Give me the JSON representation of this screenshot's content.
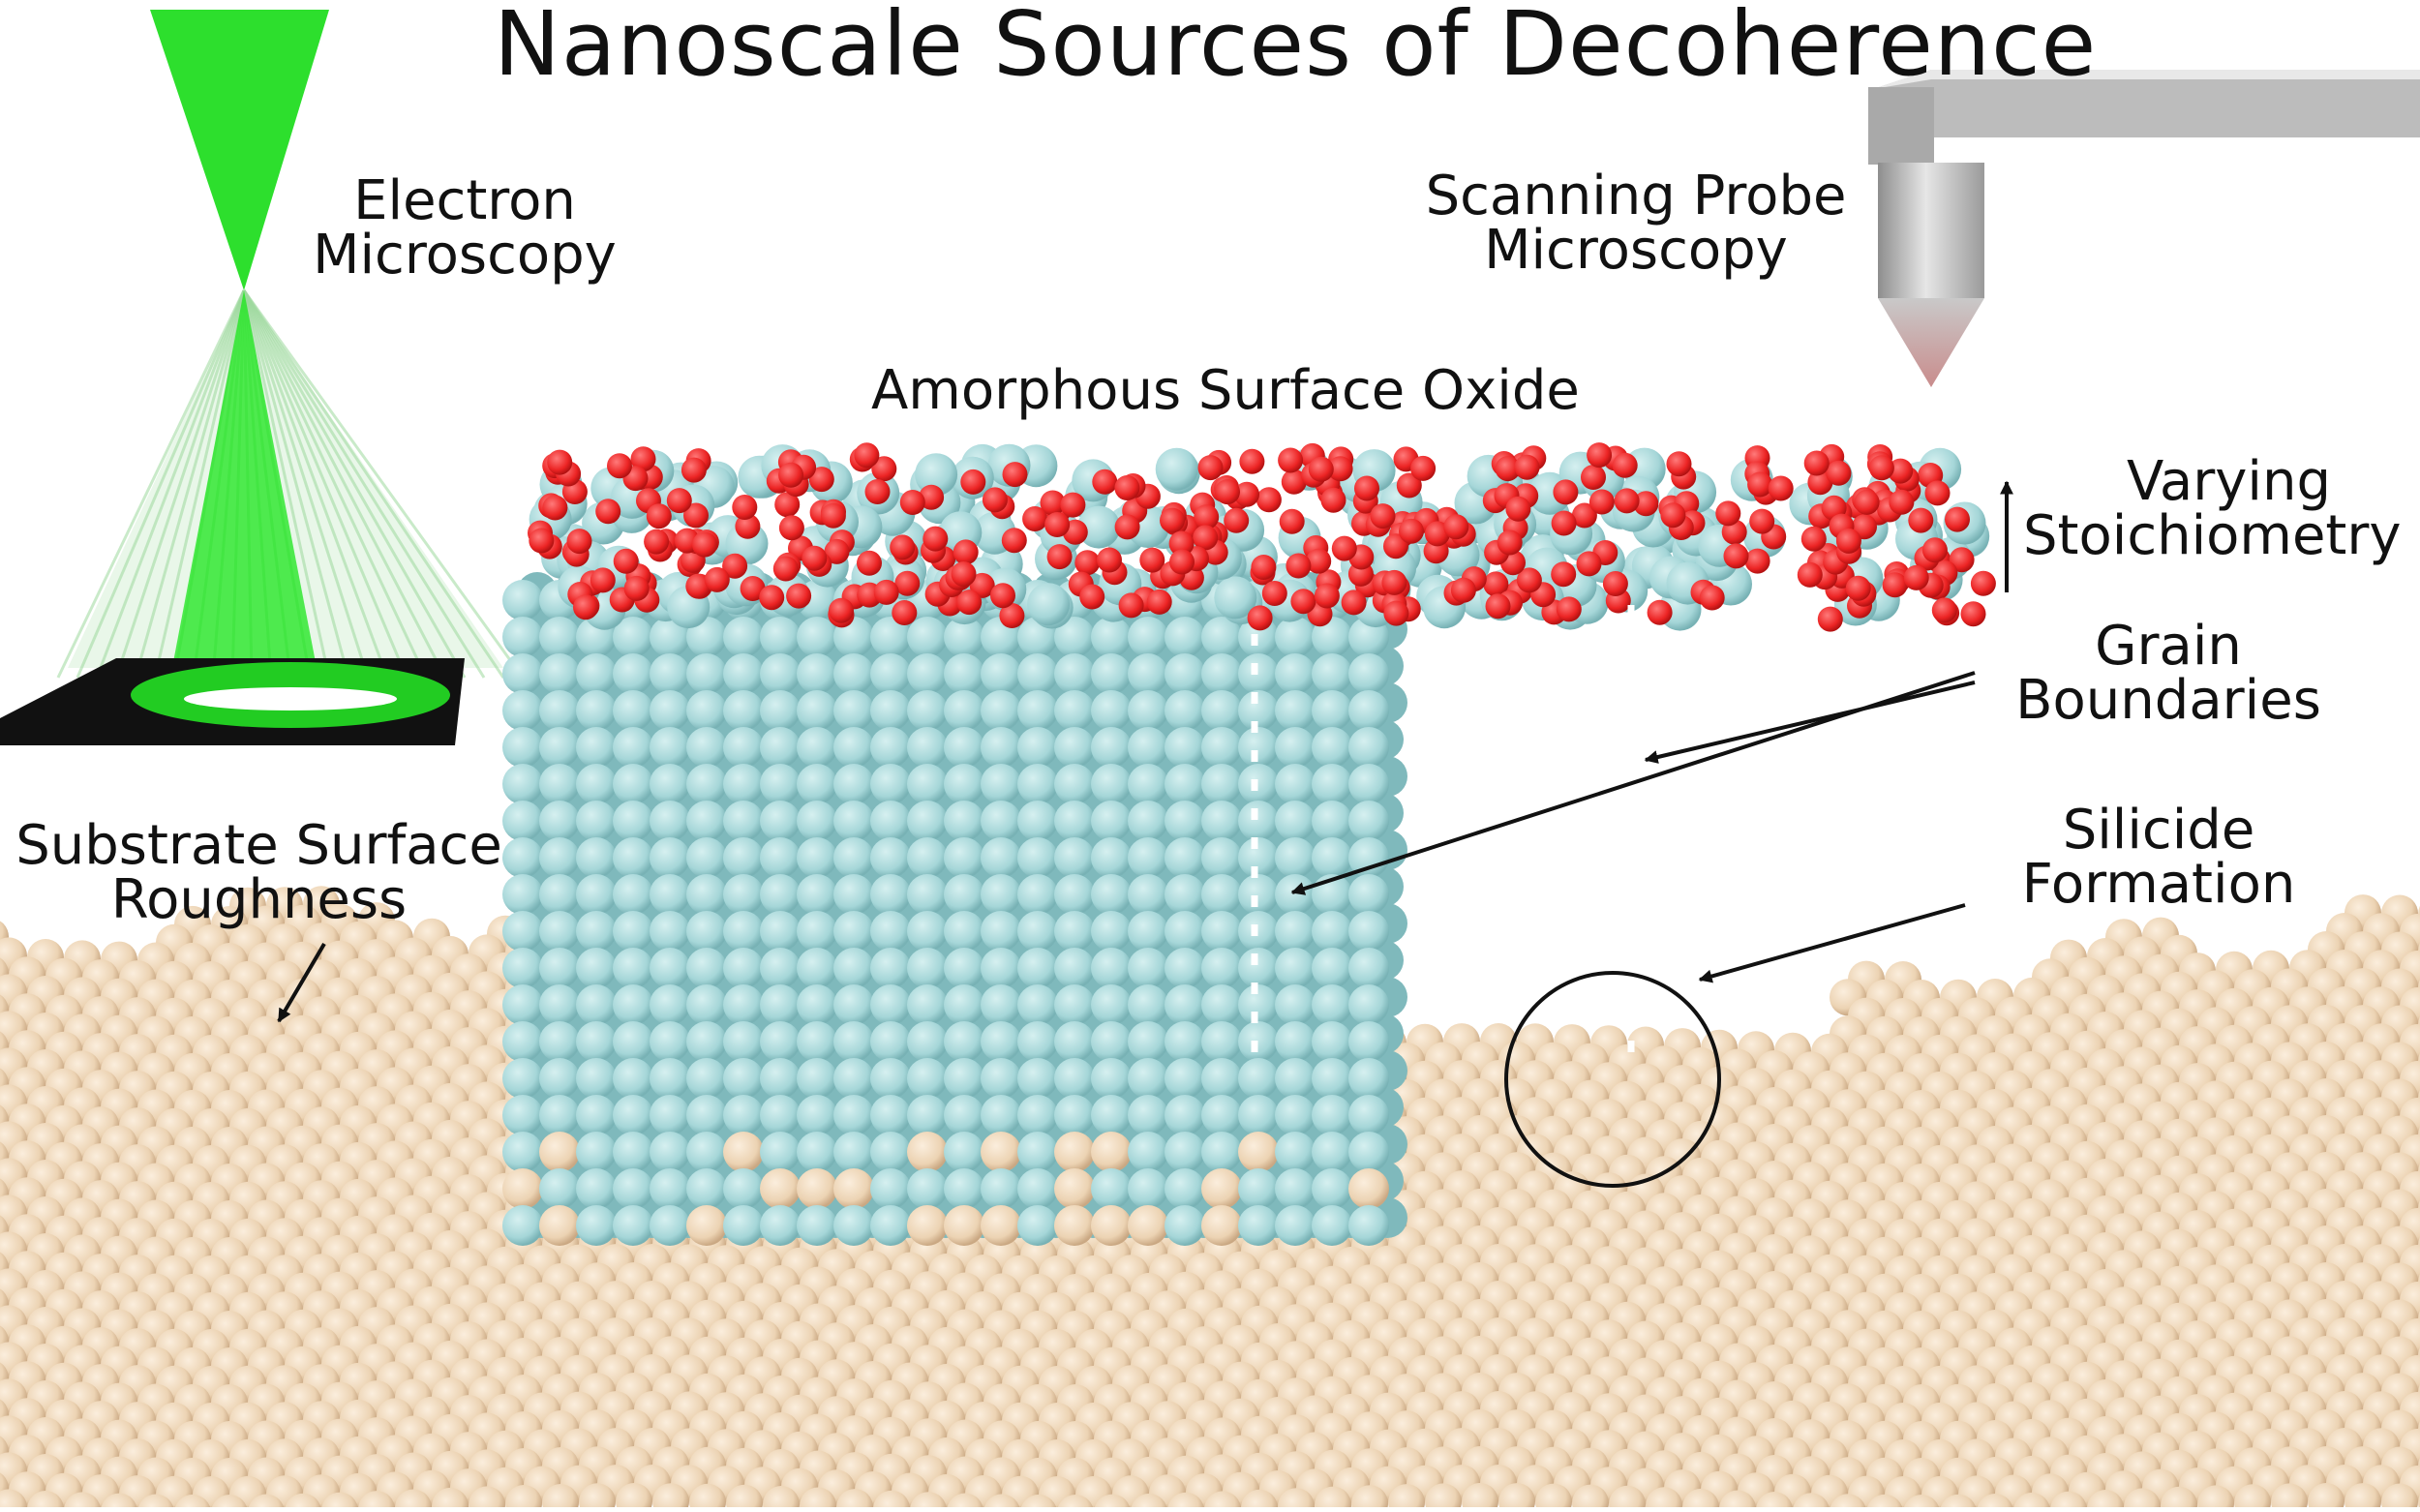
{
  "title": "Nanoscale Sources of Decoherence",
  "labels": {
    "electron_microscopy": [
      "Electron",
      "Microscopy"
    ],
    "scanning_probe_microscopy": [
      "Scanning Probe",
      "Microscopy"
    ],
    "amorphous_surface_oxide": "Amorphous Surface Oxide",
    "varying_stoichiometry": [
      "Varying",
      "Stoichiometry"
    ],
    "grain_boundaries": [
      "Grain",
      "Boundaries"
    ],
    "silicide_formation": [
      "Silicide",
      "Formation"
    ],
    "substrate_surface_roughness": [
      "Substrate Surface",
      "Roughness"
    ]
  },
  "colors": {
    "substrate_atom": "#efd6b6",
    "film_atom": "#a7d8d9",
    "oxygen_atom": "#ee2b2b",
    "beam_green": "#1ee61e",
    "probe_gray": "#b9b9b9",
    "sample_black": "#111111"
  }
}
